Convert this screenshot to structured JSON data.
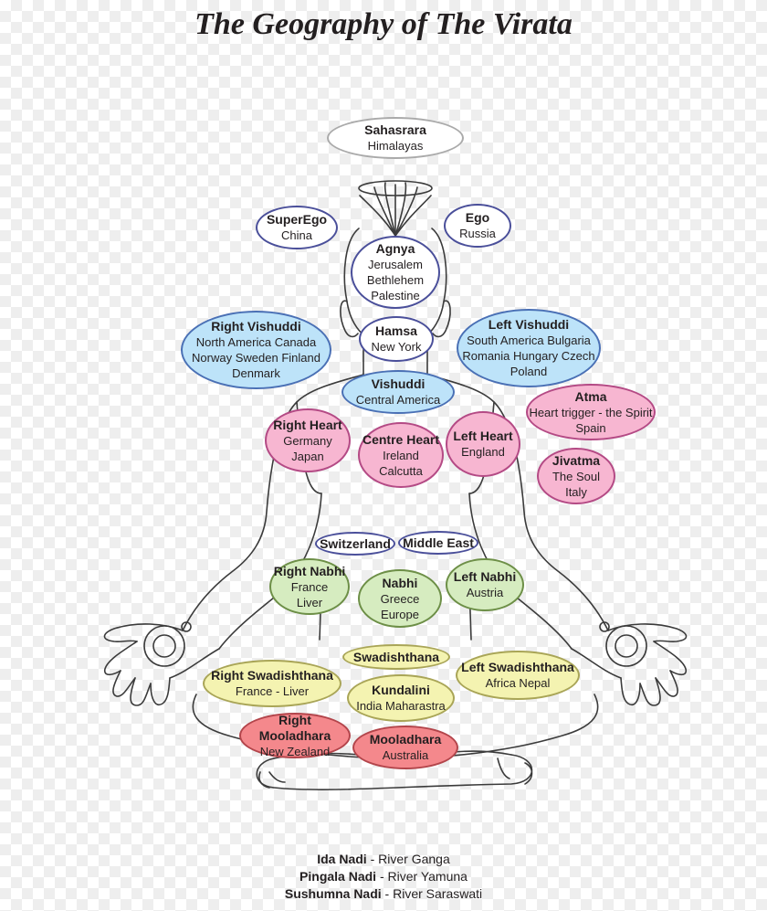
{
  "title": "The Geography of The Virata",
  "chakras": {
    "sahasrara": {
      "name": "Sahasrara",
      "lines": [
        "Himalayas"
      ]
    },
    "superego": {
      "name": "SuperEgo",
      "lines": [
        "China"
      ]
    },
    "ego": {
      "name": "Ego",
      "lines": [
        "Russia"
      ]
    },
    "agnya": {
      "name": "Agnya",
      "lines": [
        "Jerusalem",
        "Bethlehem",
        "Palestine"
      ]
    },
    "right_vishuddi": {
      "name": "Right Vishuddi",
      "lines": [
        "North America Canada",
        "Norway Sweden Finland",
        "Denmark"
      ]
    },
    "hamsa": {
      "name": "Hamsa",
      "lines": [
        "New York"
      ]
    },
    "left_vishuddi": {
      "name": "Left Vishuddi",
      "lines": [
        "South America Bulgaria",
        "Romania Hungary Czech",
        "Poland"
      ]
    },
    "vishuddi": {
      "name": "Vishuddi",
      "lines": [
        "Central America"
      ]
    },
    "atma": {
      "name": "Atma",
      "lines": [
        "Heart trigger - the Spirit",
        "Spain"
      ]
    },
    "right_heart": {
      "name": "Right Heart",
      "lines": [
        "Germany",
        "Japan"
      ]
    },
    "centre_heart": {
      "name": "Centre Heart",
      "lines": [
        "Ireland",
        "Calcutta"
      ]
    },
    "left_heart": {
      "name": "Left Heart",
      "lines": [
        "England"
      ]
    },
    "jivatma": {
      "name": "Jivatma",
      "lines": [
        "The Soul",
        "Italy"
      ]
    },
    "switzerland": {
      "name": "Switzerland",
      "lines": []
    },
    "middle_east": {
      "name": "Middle East",
      "lines": []
    },
    "right_nabhi": {
      "name": "Right Nabhi",
      "lines": [
        "France",
        "Liver"
      ]
    },
    "nabhi": {
      "name": "Nabhi",
      "lines": [
        "Greece",
        "Europe"
      ]
    },
    "left_nabhi": {
      "name": "Left Nabhi",
      "lines": [
        "Austria"
      ]
    },
    "swadishthana": {
      "name": "Swadishthana",
      "lines": []
    },
    "right_swadishthana": {
      "name": "Right Swadishthana",
      "lines": [
        "France - Liver"
      ]
    },
    "kundalini": {
      "name": "Kundalini",
      "lines": [
        "India Maharastra"
      ]
    },
    "left_swadishthana": {
      "name": "Left Swadishthana",
      "lines": [
        "Africa Nepal"
      ]
    },
    "right_mooladhara": {
      "name": "Right Mooladhara",
      "lines": [
        "New Zealand"
      ]
    },
    "mooladhara": {
      "name": "Mooladhara",
      "lines": [
        "Australia"
      ]
    }
  },
  "legend": [
    {
      "nadi": "Ida Nadi",
      "river": " - River Ganga"
    },
    {
      "nadi": "Pingala Nadi",
      "river": " - River Yamuna"
    },
    {
      "nadi": "Sushumna Nadi",
      "river": " - River Saraswati"
    }
  ],
  "colors": {
    "blue": "#bde3f9",
    "pink": "#f7b6d1",
    "green": "#d6ecc0",
    "yellow": "#f4f3b1",
    "red": "#f4888c",
    "outline": "#4a4f9a"
  }
}
